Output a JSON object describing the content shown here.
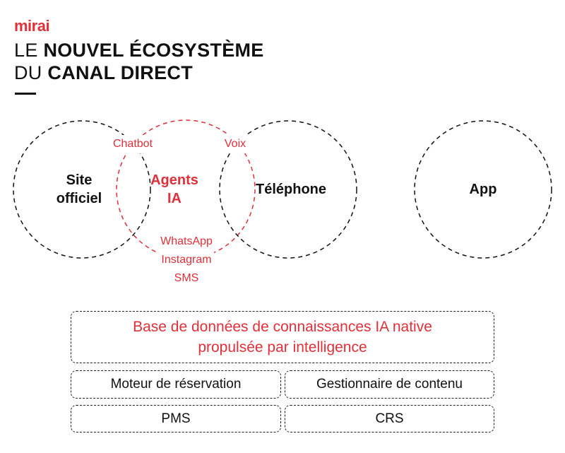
{
  "logo": "mirai",
  "title": {
    "line1_light": "LE ",
    "line1_bold": "NOUVEL ÉCOSYSTÈME",
    "line2_light": "DU ",
    "line2_bold": "CANAL DIRECT"
  },
  "circles": {
    "site": [
      "Site",
      "officiel"
    ],
    "agents": [
      "Agents",
      "IA"
    ],
    "phone": "Téléphone",
    "app": "App"
  },
  "channels": {
    "chatbot": "Chatbot",
    "voix": "Voix",
    "messaging": [
      "WhatsApp",
      "Instagram",
      "SMS"
    ]
  },
  "layers": {
    "knowledge_base": [
      "Base de données de connaissances IA native",
      "propulsée par intelligence"
    ],
    "booking_engine": "Moteur de réservation",
    "cms": "Gestionnaire de contenu",
    "pms": "PMS",
    "crs": "CRS"
  },
  "colors": {
    "accent": "#e0303a",
    "ink": "#111111"
  }
}
